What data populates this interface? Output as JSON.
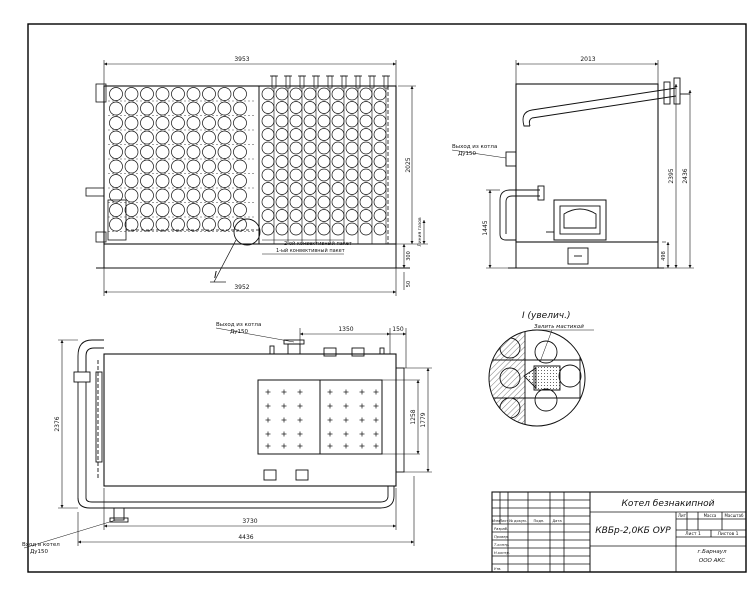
{
  "front_view": {
    "dims": {
      "top_width": "3953",
      "bottom_width": "3952",
      "height_total": "2025",
      "burner_depth": "Линия газов",
      "base_h1": "300",
      "base_h2": "50"
    },
    "callouts": {
      "conv2": "2-ой конвективный пакет",
      "conv1": "1-ый конвективный пакет",
      "section_mark": "I"
    }
  },
  "side_view": {
    "dims": {
      "top_width": "2013",
      "h_left": "1445",
      "h_mid": "2395",
      "h_right": "2436",
      "h_base": "498"
    },
    "outlet": {
      "line1": "Выход из котла",
      "line2": "Ду150"
    }
  },
  "plan_view": {
    "outlet": {
      "line1": "Выход из котла",
      "line2": "Ду150"
    },
    "inlet": {
      "line1": "Вход в котел",
      "line2": "Ду150"
    },
    "dims": {
      "top1": "1350",
      "top2": "150",
      "left_height": "2376",
      "right_inner": "1258",
      "right_outer": "1779",
      "bottom_inner": "3730",
      "bottom_outer": "4436"
    }
  },
  "detail": {
    "title": "I (увелич.)",
    "note": "Залить мастикой"
  },
  "title_block": {
    "name": "Котел безнакипной",
    "code": "КВБр-2,0КБ ОУР",
    "col_lit": "Лит",
    "col_mass": "Масса",
    "col_scale": "Масштаб",
    "sheet": "Лист 1",
    "sheets": "Листов 1",
    "city": "г.Барнаул",
    "company": "ООО АКС",
    "rows": [
      "Изм",
      "Лист",
      "№ докум.",
      "Подп.",
      "Дата"
    ],
    "roles": [
      "Разраб.",
      "Провер.",
      "Т.контр.",
      "Н.контр.",
      "Утв."
    ]
  }
}
